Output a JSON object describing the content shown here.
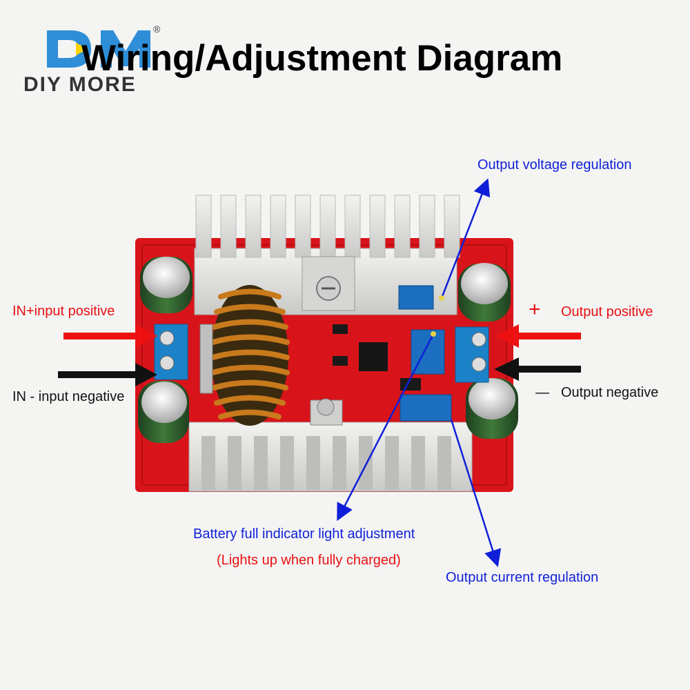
{
  "logo": {
    "mark": "DM",
    "registered": "®",
    "text": "DIY MORE"
  },
  "title": "Wiring/Adjustment Diagram",
  "labels": {
    "output_voltage": "Output voltage regulation",
    "in_positive": "IN+input positive",
    "in_negative": "IN - input negative",
    "output_positive": "Output positive",
    "output_negative": "Output negative",
    "plus_symbol": "+",
    "minus_symbol": "—",
    "battery_full": "Battery full indicator light adjustment",
    "lights_up": "(Lights up when fully charged)",
    "output_current": "Output current regulation"
  },
  "colors": {
    "annotation_blue": "#0f1fd8",
    "annotation_red": "#e81010",
    "pcb_red": "#d8141a",
    "heatsink": "#e3e3e1",
    "terminal_blue": "#1c82c8",
    "capacitor_green": "#2e5a2a",
    "coil_copper": "#c87a1c"
  }
}
